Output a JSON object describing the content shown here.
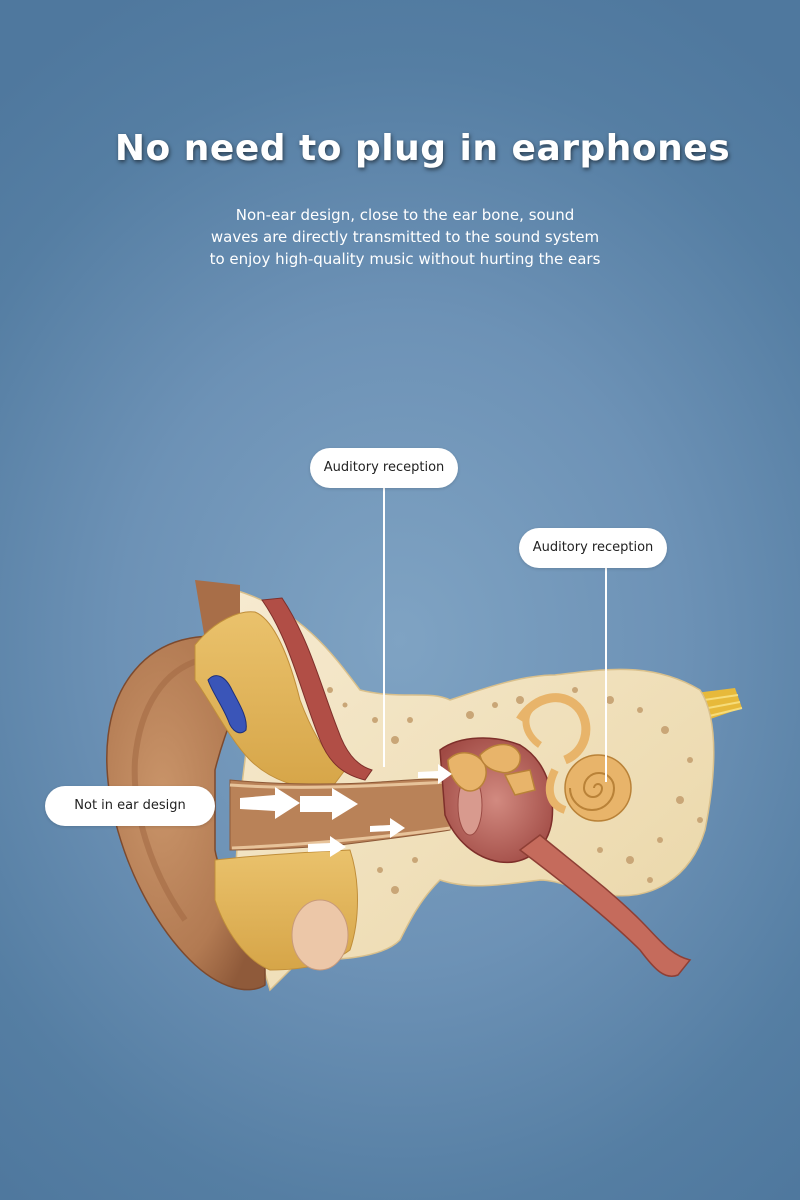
{
  "headline": "No need to plug in earphones",
  "subtitle": {
    "line1": "Non-ear design, close to the ear bone, sound",
    "line2": "waves are directly transmitted to the sound system",
    "line3": "to enjoy high-quality music without hurting the ears"
  },
  "callouts": {
    "auditory_top": "Auditory reception",
    "auditory_right": "Auditory reception",
    "not_in_ear": "Not in ear design"
  },
  "colors": {
    "background": "#6d92b6",
    "skin": "#b8825a",
    "bone": "#f1e2b8",
    "fat": "#e3b75a",
    "vessel_blue": "#3a55b8",
    "cochlea": "#e8b46a",
    "membrane_red": "#b5584f"
  }
}
